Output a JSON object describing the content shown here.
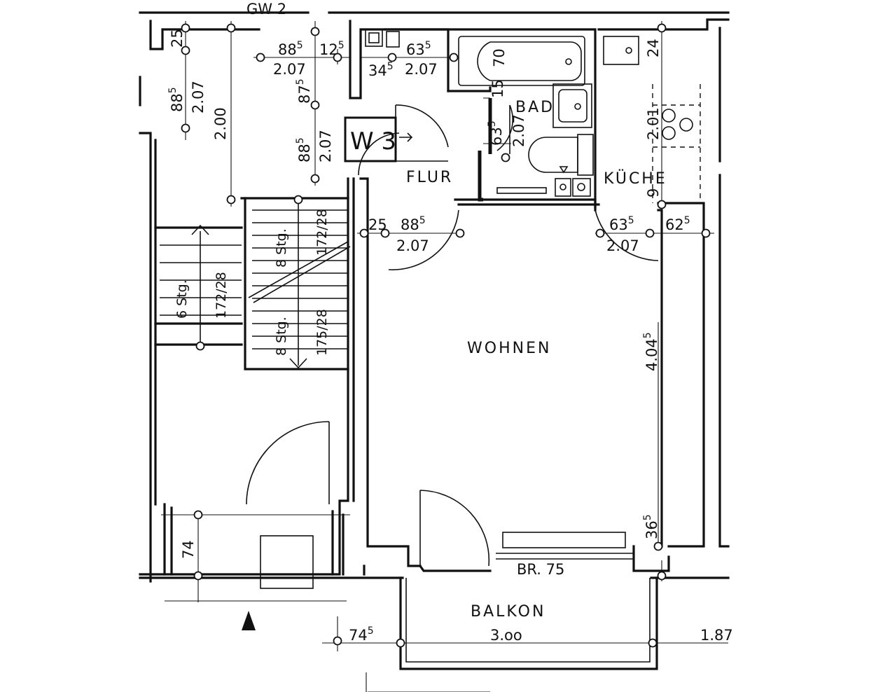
{
  "rooms": {
    "wohnen": "WOHNEN",
    "flur": "FLUR",
    "bad": "BAD",
    "kueche": "KÜCHE",
    "balkon": "BALKON"
  },
  "unit_tag": "W 3",
  "top_cut_label": "GW 2",
  "window_label": "BR. 75",
  "dimensions": {
    "top_885": "88",
    "top_885_sup": "5",
    "top_125": "12",
    "top_125_sup": "5",
    "top_207": "2.07",
    "left_25": "25",
    "left_885": "88",
    "left_885_sup": "5",
    "left_207": "2.07",
    "left_200": "2.00",
    "mid_875": "87",
    "mid_875_sup": "5",
    "mid_885": "88",
    "mid_885_sup": "5",
    "mid_207": "2.07",
    "door_635": "63",
    "door_635_sup": "5",
    "door_207": "2.07",
    "door_345": "34",
    "door_345_sup": "5",
    "tub_70": "70",
    "bad_15": "15",
    "bad_635": "63",
    "bad_635_sup": "5",
    "bad_207": "2.07",
    "kue_24": "24",
    "kue_201": "2.01",
    "kue_9": "9",
    "liv_25": "25",
    "liv_885": "88",
    "liv_885_sup": "5",
    "liv_207": "2.07",
    "liv_635": "63",
    "liv_635_sup": "5",
    "liv_207b": "2.07",
    "liv_625": "62",
    "liv_625_sup": "5",
    "liv_404": "4.04",
    "liv_404_sup": "5",
    "liv_36": "36",
    "liv_36_sup": "5",
    "ent_74": "74",
    "bal_74": "74",
    "bal_74_sup": "5",
    "bal_300": "3.oo",
    "bal_187": "1.87"
  },
  "stairs": {
    "upper_left_count": "8 Stg.",
    "upper_left_ratio": "172/28",
    "left_count": "6 Stg.",
    "left_ratio": "172/28",
    "lower_count": "8 Stg.",
    "lower_ratio": "175/28"
  }
}
